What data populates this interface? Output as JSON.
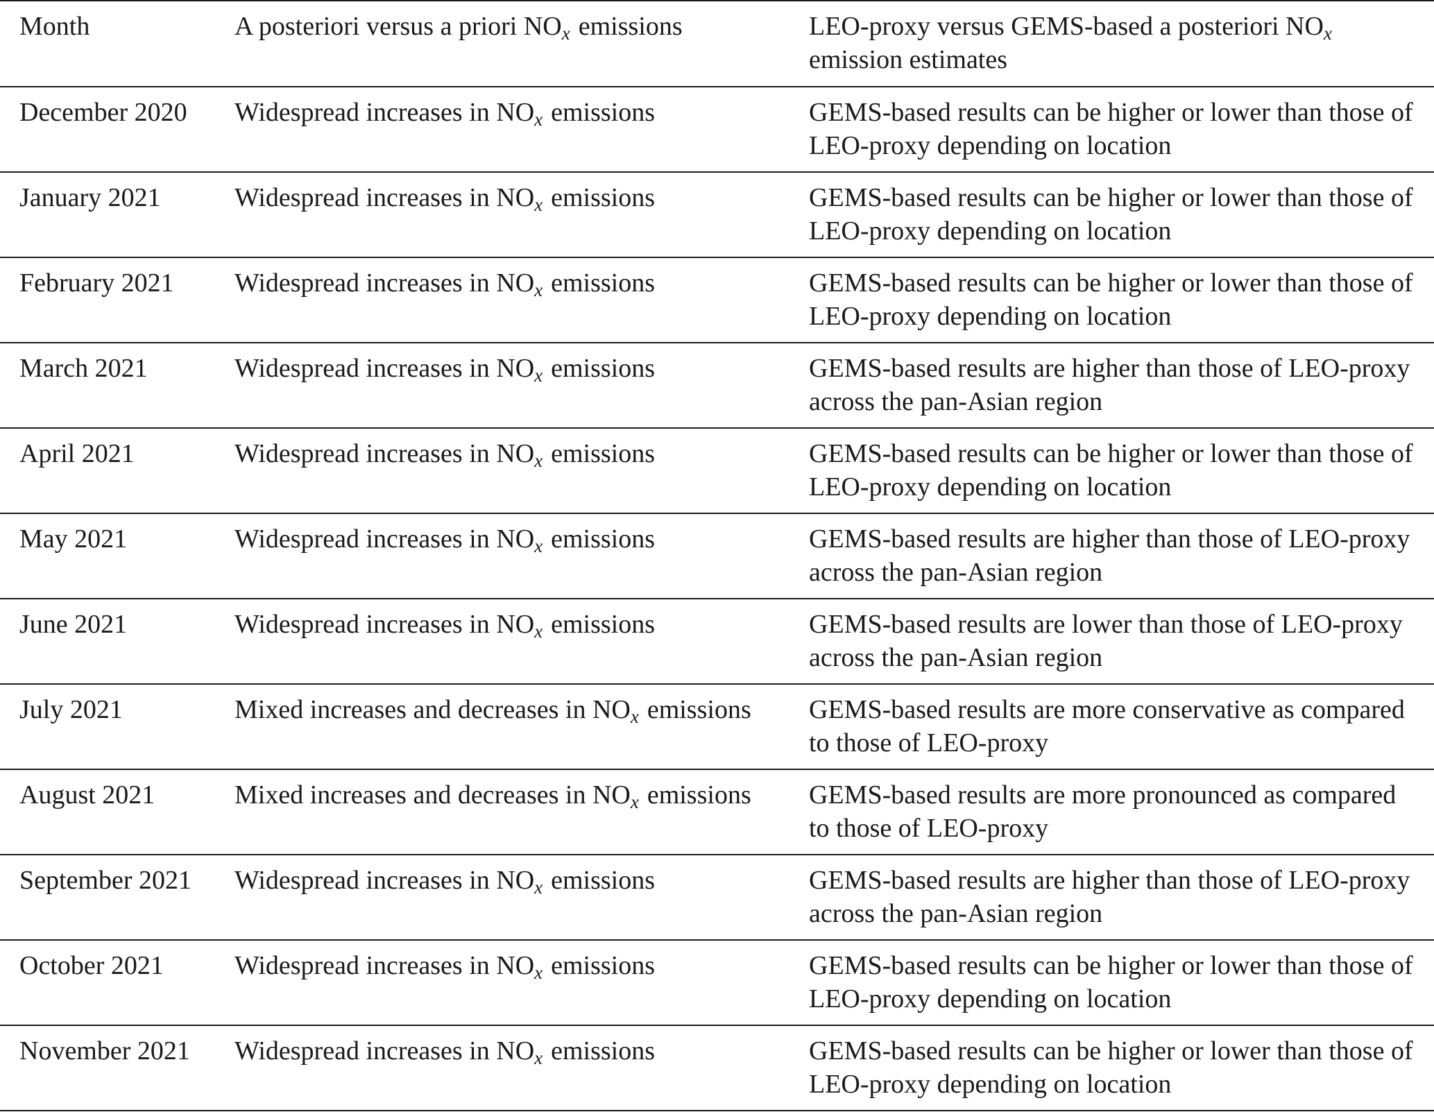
{
  "header": {
    "month": "Month",
    "a_prefix": "A posteriori versus a priori NO",
    "a_sub": "x",
    "a_suffix": "emissions",
    "b_prefix": "LEO-proxy versus GEMS-based a posteriori NO",
    "b_sub": "x",
    "b_suffix": "emission estimates"
  },
  "rows": [
    {
      "month": "December 2020",
      "a_prefix": "Widespread increases in NO",
      "a_sub": "x",
      "a_suffix": "emissions",
      "b": "GEMS-based results can be higher or lower than those of LEO-proxy depending on location"
    },
    {
      "month": "January 2021",
      "a_prefix": "Widespread increases in NO",
      "a_sub": "x",
      "a_suffix": "emissions",
      "b": "GEMS-based results can be higher or lower than those of LEO-proxy depending on location"
    },
    {
      "month": "February 2021",
      "a_prefix": "Widespread increases in NO",
      "a_sub": "x",
      "a_suffix": "emissions",
      "b": "GEMS-based results can be higher or lower than those of LEO-proxy depending on location"
    },
    {
      "month": "March 2021",
      "a_prefix": "Widespread increases in NO",
      "a_sub": "x",
      "a_suffix": "emissions",
      "b": "GEMS-based results are higher than those of LEO-proxy across the pan-Asian region"
    },
    {
      "month": "April 2021",
      "a_prefix": "Widespread increases in NO",
      "a_sub": "x",
      "a_suffix": "emissions",
      "b": "GEMS-based results can be higher or lower than those of LEO-proxy depending on location"
    },
    {
      "month": "May 2021",
      "a_prefix": "Widespread increases in NO",
      "a_sub": "x",
      "a_suffix": "emissions",
      "b": "GEMS-based results are higher than those of LEO-proxy across the pan-Asian region"
    },
    {
      "month": "June 2021",
      "a_prefix": "Widespread increases in NO",
      "a_sub": "x",
      "a_suffix": "emissions",
      "b": "GEMS-based results are lower than those of LEO-proxy across the pan-Asian region"
    },
    {
      "month": "July 2021",
      "a_prefix": "Mixed increases and decreases in NO",
      "a_sub": "x",
      "a_suffix": "emissions",
      "b": "GEMS-based results are more conservative as compared to those of LEO-proxy"
    },
    {
      "month": "August 2021",
      "a_prefix": "Mixed increases and decreases in NO",
      "a_sub": "x",
      "a_suffix": "emissions",
      "b": "GEMS-based results are more pronounced as compared to those of LEO-proxy"
    },
    {
      "month": "September 2021",
      "a_prefix": "Widespread increases in NO",
      "a_sub": "x",
      "a_suffix": "emissions",
      "b": "GEMS-based results are higher than those of LEO-proxy across the pan-Asian region"
    },
    {
      "month": "October 2021",
      "a_prefix": "Widespread increases in NO",
      "a_sub": "x",
      "a_suffix": "emissions",
      "b": "GEMS-based results can be higher or lower than those of LEO-proxy depending on location"
    },
    {
      "month": "November 2021",
      "a_prefix": "Widespread increases in NO",
      "a_sub": "x",
      "a_suffix": "emissions",
      "b": "GEMS-based results can be higher or lower than those of LEO-proxy depending on location"
    }
  ]
}
